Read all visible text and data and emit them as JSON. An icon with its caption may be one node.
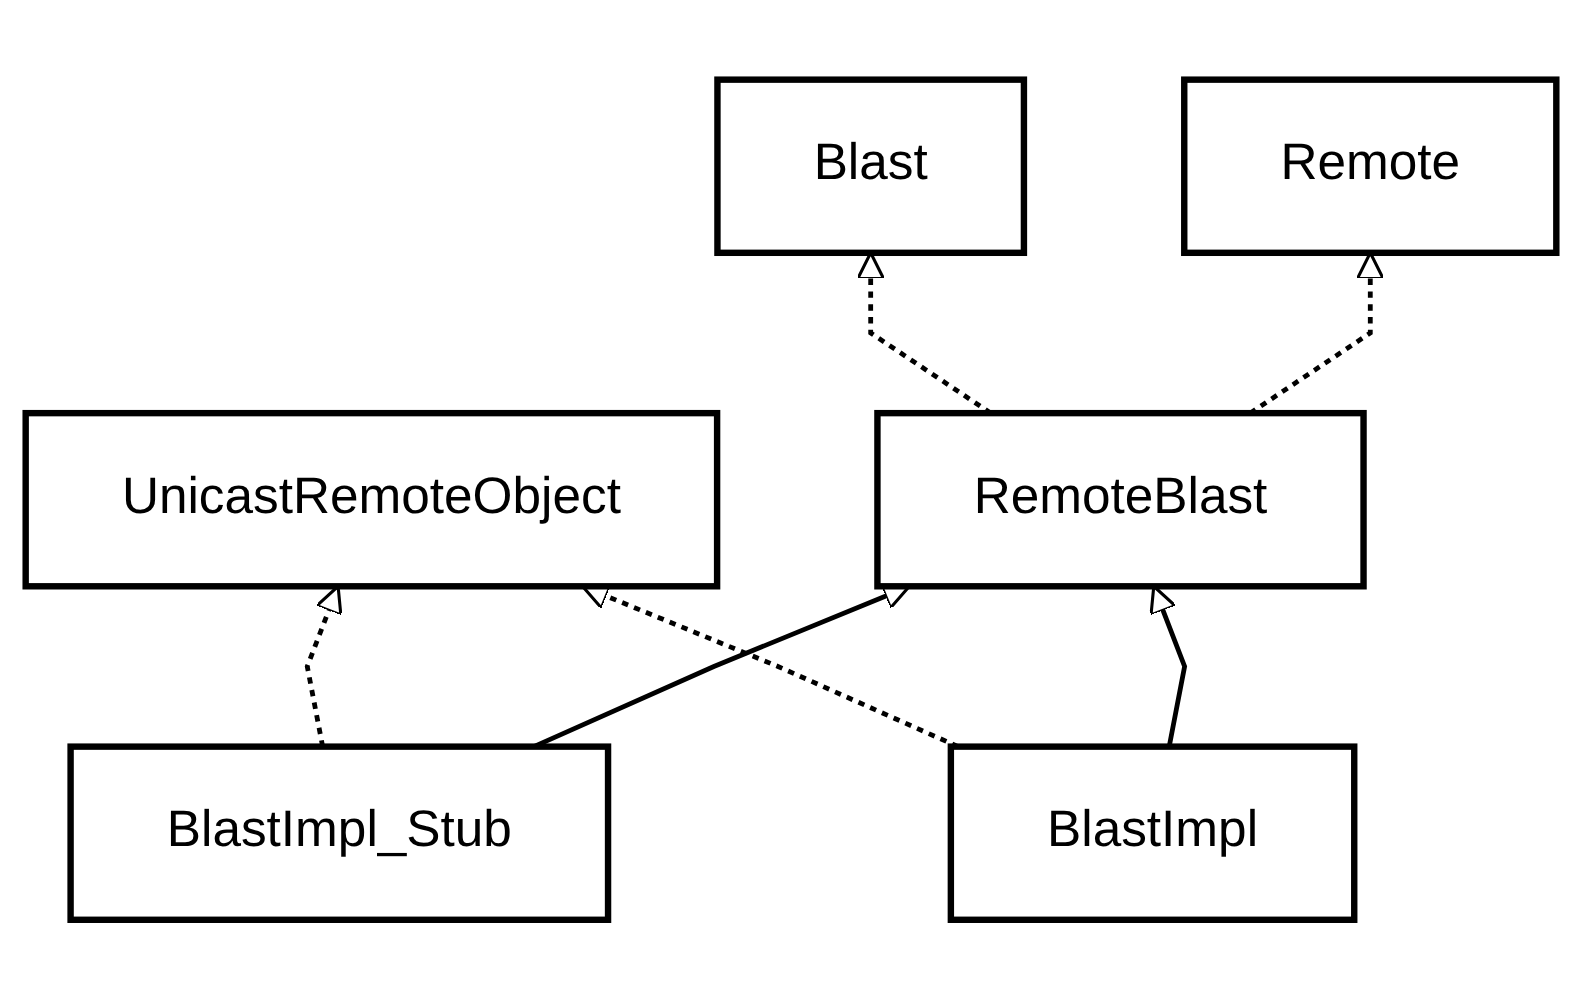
{
  "diagram": {
    "nodes": [
      {
        "text": [
          "Blast"
        ]
      },
      {
        "text": [
          "Remote"
        ]
      },
      {
        "text": [
          "UnicastRemoteObject"
        ]
      },
      {
        "text": [
          "RemoteBlast"
        ]
      },
      {
        "text": [
          "BlastImpl_Stub"
        ]
      },
      {
        "text": [
          "BlastImpl"
        ]
      }
    ],
    "edges": [
      {
        "from": 3,
        "to": 0,
        "arrow": "to",
        "style": "dashed"
      },
      {
        "from": 3,
        "to": 1,
        "arrow": "to",
        "style": "dashed"
      },
      {
        "from": 4,
        "to": 2,
        "arrow": "to",
        "style": "dashed"
      },
      {
        "from": 5,
        "to": 2,
        "arrow": "to",
        "style": "dashed"
      },
      {
        "from": 5,
        "to": 3,
        "arrow": "to"
      },
      {
        "from": 4,
        "to": 3,
        "arrow": "to"
      }
    ]
  }
}
